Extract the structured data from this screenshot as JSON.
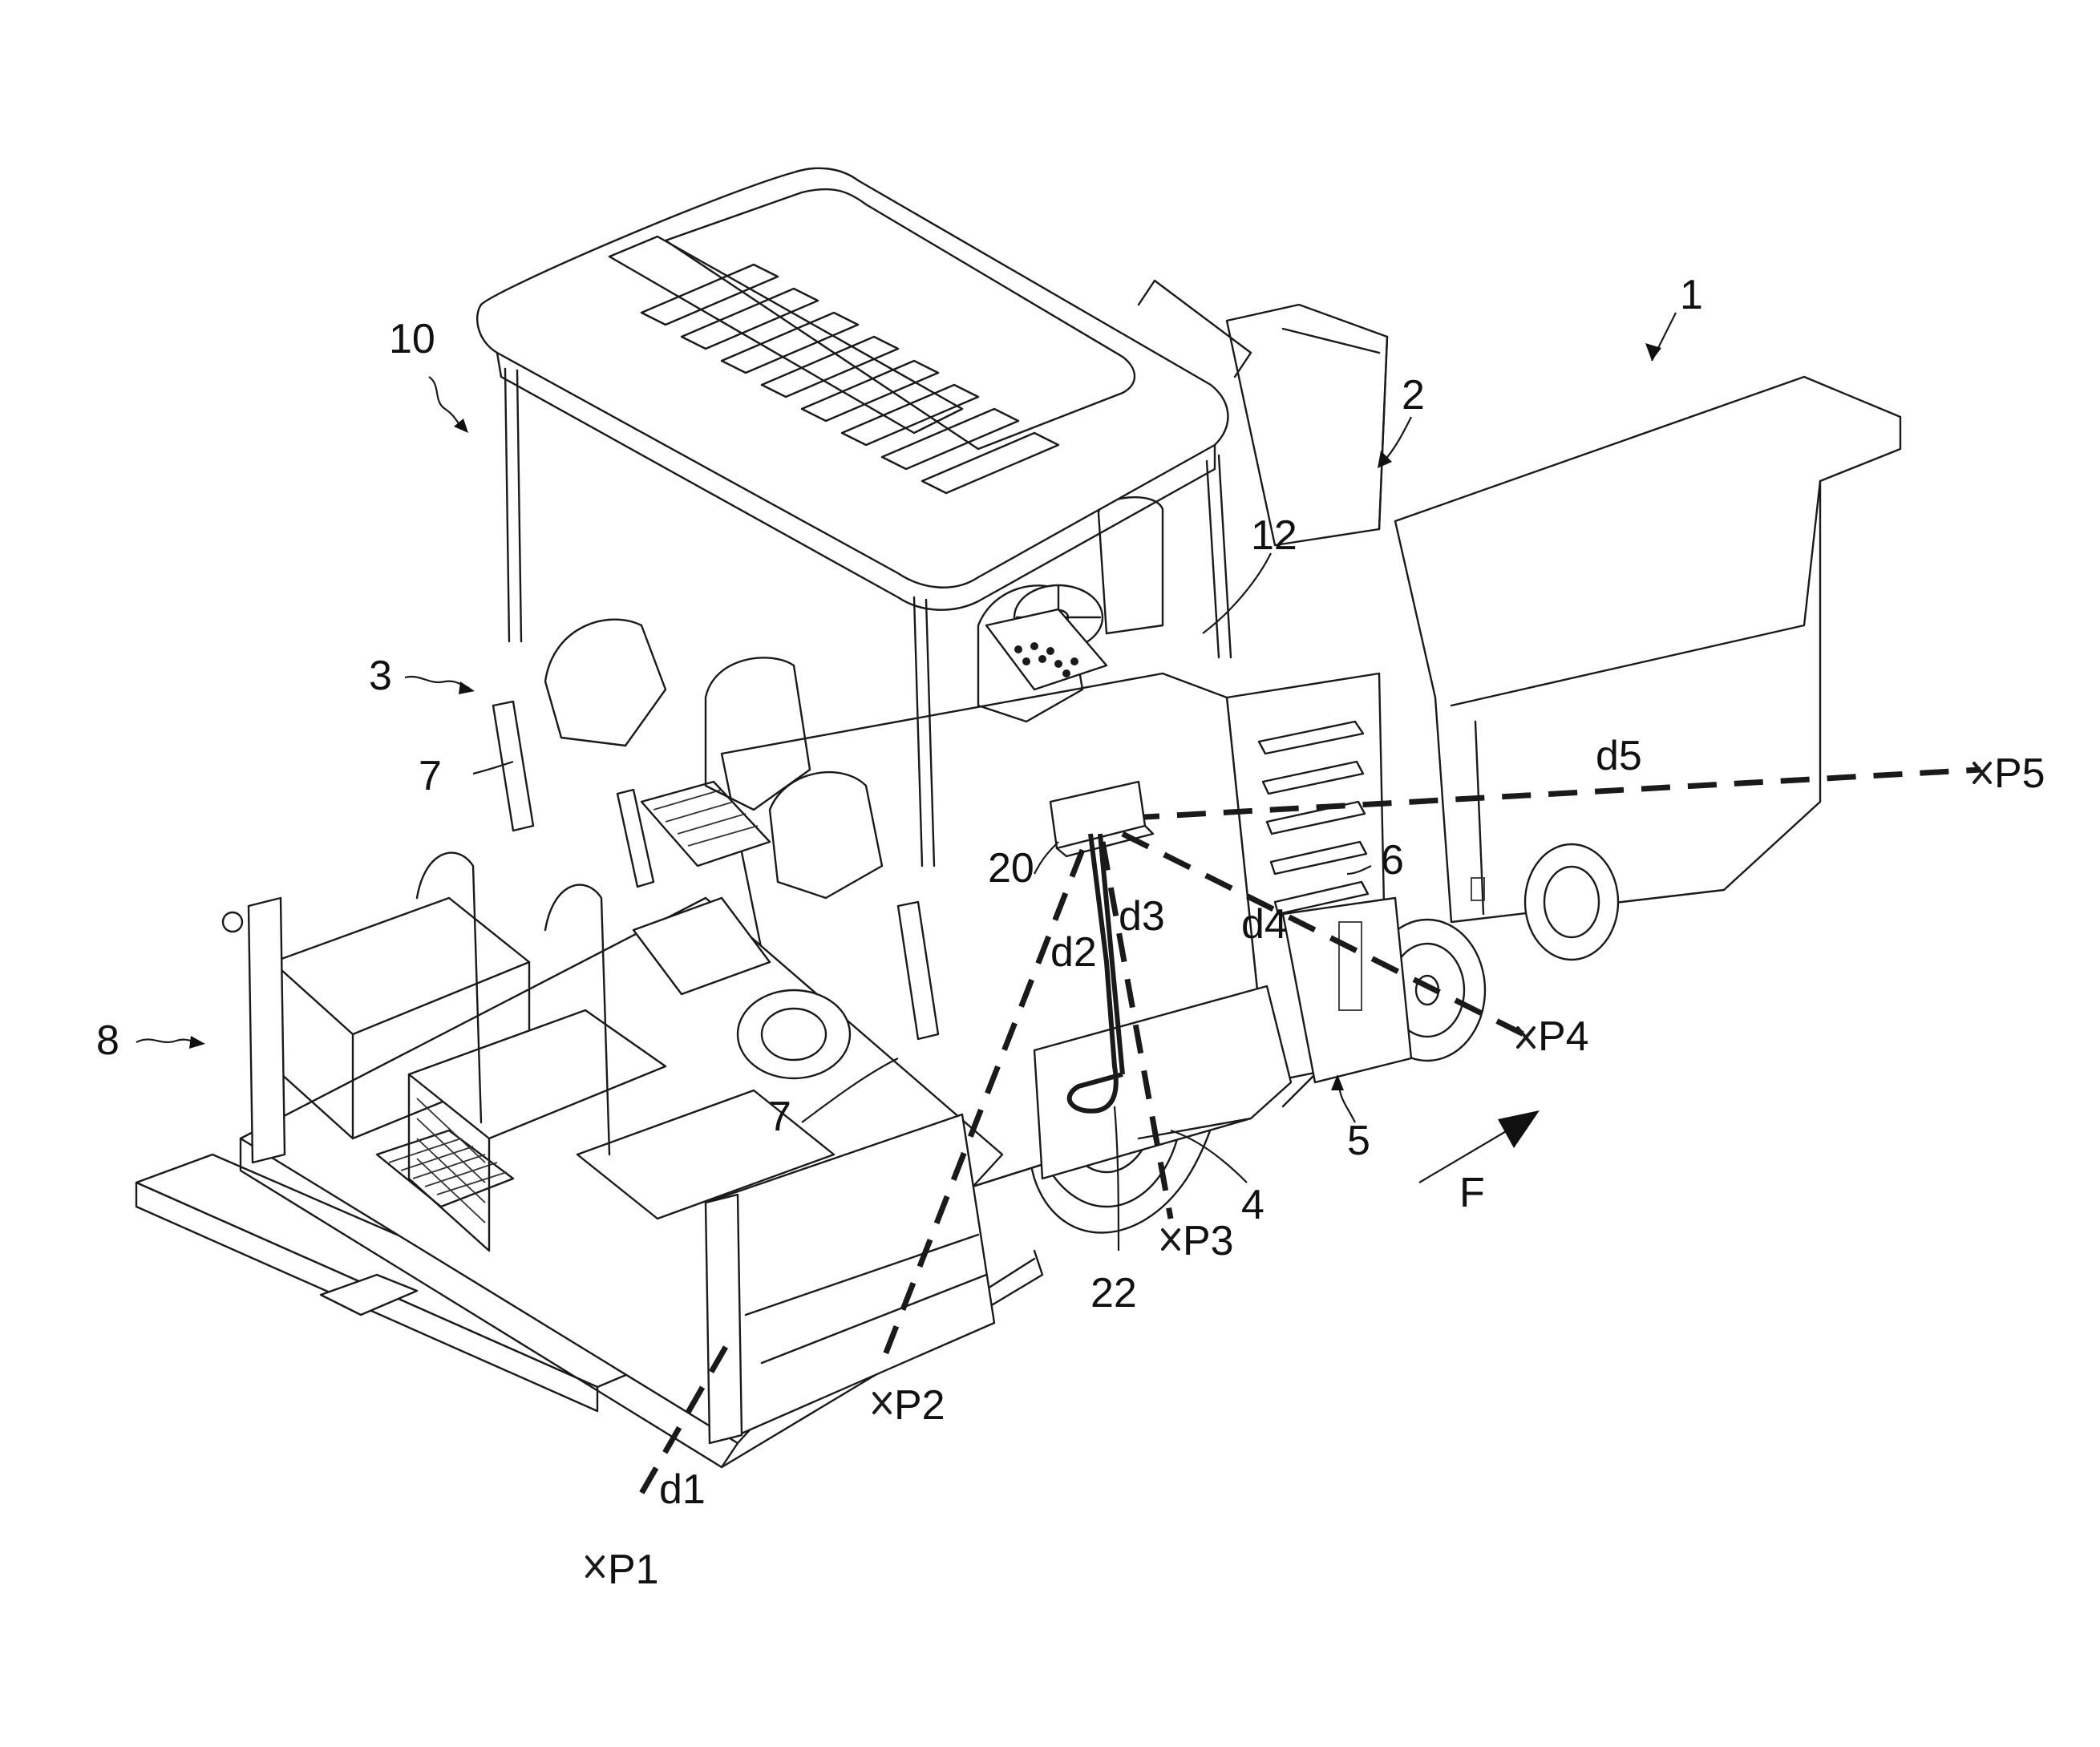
{
  "labels": {
    "n1": "1",
    "n2": "2",
    "n3": "3",
    "n4": "4",
    "n5": "5",
    "n6": "6",
    "n7a": "7",
    "n7b": "7",
    "n8": "8",
    "n10": "10",
    "n12": "12",
    "n20": "20",
    "n22": "22",
    "direction": "F"
  },
  "points": {
    "p1": "P1",
    "p2": "P2",
    "p3": "P3",
    "p4": "P4",
    "p5": "P5"
  },
  "distances": {
    "d1": "d1",
    "d2": "d2",
    "d3": "d3",
    "d4": "d4",
    "d5": "d5"
  }
}
